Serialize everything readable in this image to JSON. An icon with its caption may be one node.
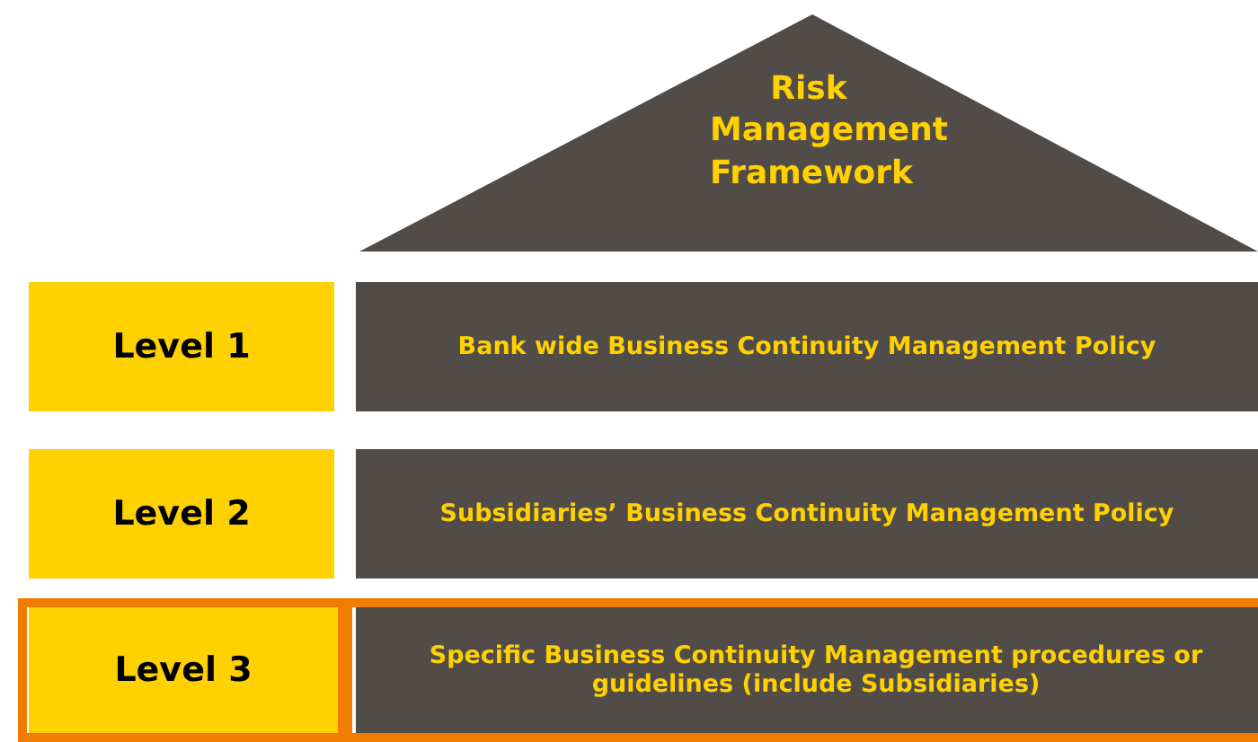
{
  "diagram": {
    "nodes": [
      {
        "text": [
          "Risk Management Framework"
        ]
      },
      {
        "text": [
          "Level 1"
        ]
      },
      {
        "text": [
          "Bank wide Business Continuity Management Policy"
        ]
      },
      {
        "text": [
          "Level 2"
        ]
      },
      {
        "text": [
          "Subsidiaries’ Business Continuity Management Policy"
        ]
      },
      {
        "text": [],
        "shape": "box"
      },
      {
        "text": [
          "Level 3"
        ],
        "in": 5
      },
      {
        "text": [
          "Specific Business Continuity Management procedures or guidelines (include Subsidiaries)"
        ],
        "in": 5
      }
    ]
  }
}
